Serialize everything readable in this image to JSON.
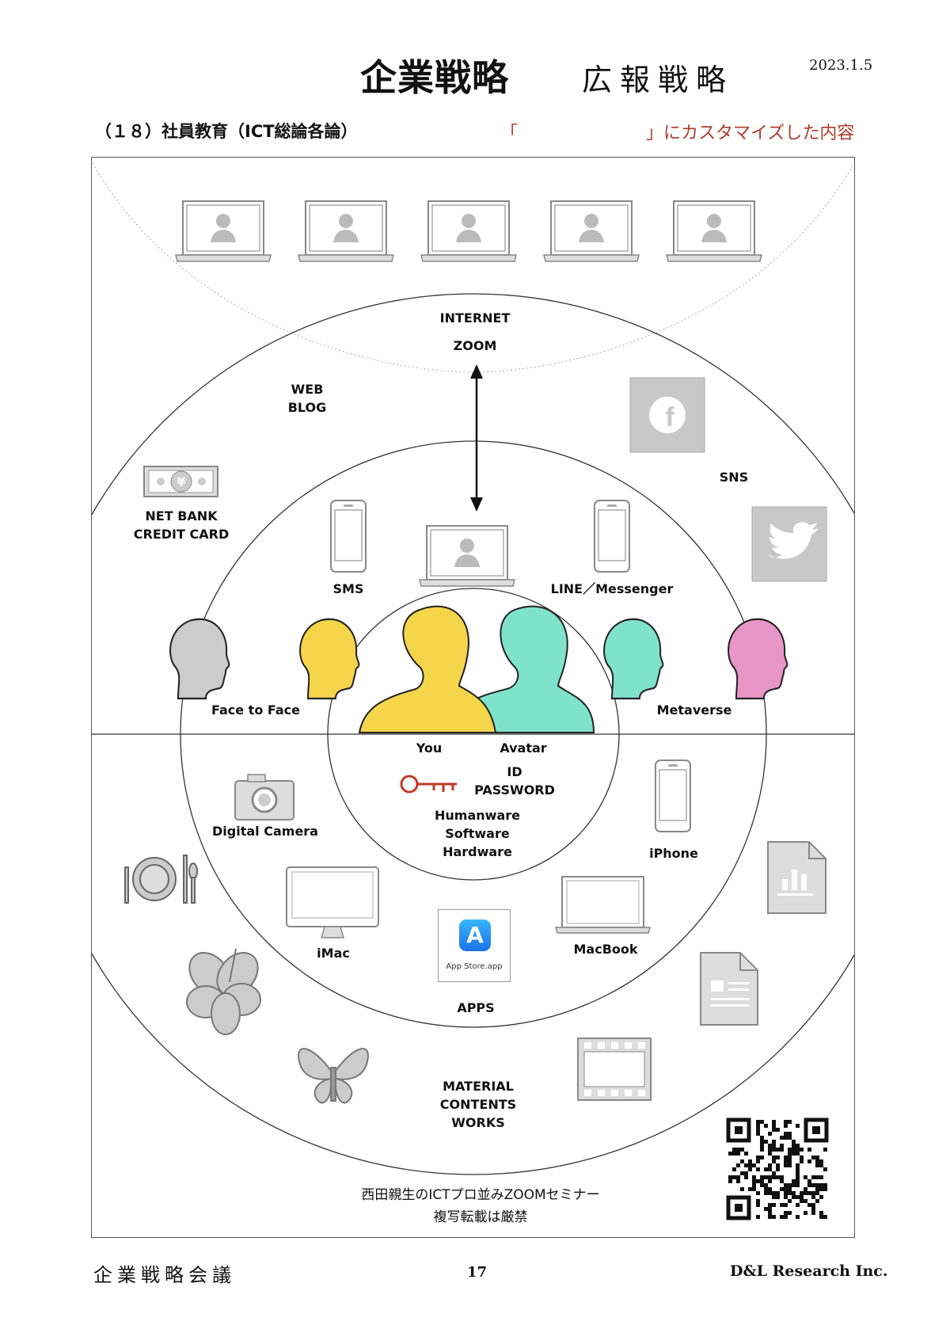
{
  "header": {
    "main_title": "企業戦略",
    "sub_title": "広報戦略",
    "date": "2023.1.5",
    "section": "（１８）社員教育（ICT総論各論）",
    "customized_open": "「",
    "customized_close": "」にカスタマイズした内容"
  },
  "diagram": {
    "internet": "INTERNET",
    "zoom": "ZOOM",
    "web": "WEB",
    "blog": "BLOG",
    "sns": "SNS",
    "net_bank": "NET BANK",
    "credit_card": "CREDIT CARD",
    "sms": "SMS",
    "line": "LINE／Messenger",
    "face_to_face": "Face to Face",
    "metaverse": "Metaverse",
    "you": "You",
    "avatar": "Avatar",
    "id": "ID",
    "password": "PASSWORD",
    "humanware": "Humanware",
    "software": "Software",
    "hardware": "Hardware",
    "digital_camera": "Digital Camera",
    "iphone": "iPhone",
    "imac": "iMac",
    "macbook": "MacBook",
    "apps": "APPS",
    "appstore_label": "App Store.app",
    "material": "MATERIAL",
    "contents": "CONTENTS",
    "works": "WORKS",
    "seminar": "西田親生のICTプロ並みZOOMセミナー",
    "copyright": "複写転載は厳禁",
    "colors": {
      "you": "#f5d54a",
      "avatar": "#7fe3cc",
      "metaverse": "#e896c8",
      "head_gray": "#cccccc",
      "key": "#c0392b"
    }
  },
  "footer": {
    "left": "企業戦略会議",
    "page": "17",
    "company": "D&L Research Inc."
  }
}
